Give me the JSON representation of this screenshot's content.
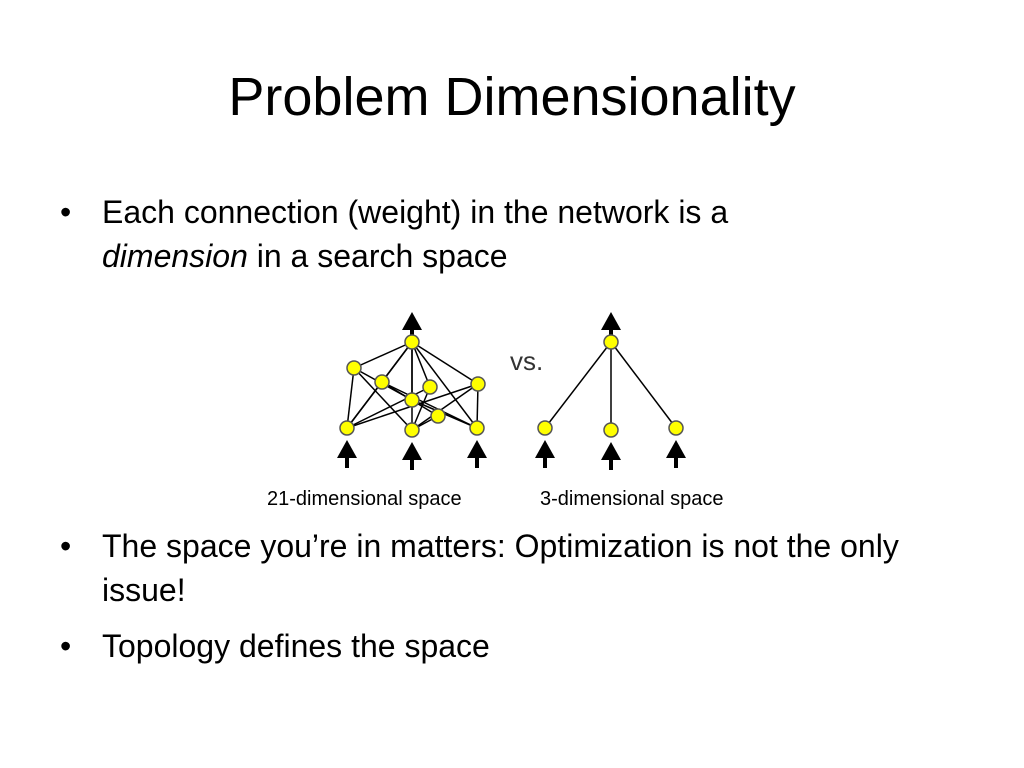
{
  "slide": {
    "title": "Problem Dimensionality",
    "bullet_1_text": "Each connection (weight) in the network is a",
    "bullet_1_emphasis": "dimension",
    "bullet_1_rest": " in a search space",
    "bullet_2": "The space you’re in matters:  Optimization is not the only issue!",
    "bullet_3": "Topology defines the space"
  },
  "diagram": {
    "vs_label": "vs.",
    "caption_left": "21-dimensional space",
    "caption_right": "3-dimensional space",
    "node_color": "#ffff00",
    "arrow_color": "#000000"
  }
}
